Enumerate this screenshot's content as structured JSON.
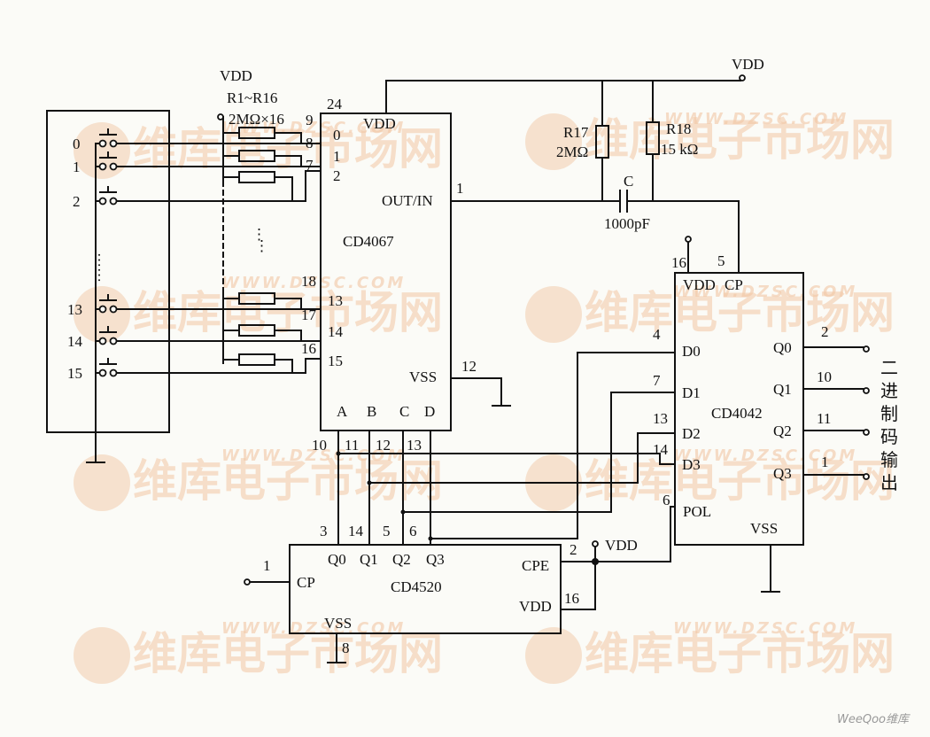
{
  "watermark": {
    "brand": "维库电子市场网",
    "url": "WWW.DZSC.COM",
    "corner": "WeeQoo维库"
  },
  "supply": {
    "vdd": "VDD",
    "vss": "VSS"
  },
  "keypad": {
    "keys": [
      "0",
      "1",
      "2",
      "13",
      "14",
      "15"
    ],
    "ellipsis": "……"
  },
  "resistors": {
    "group": {
      "label": "R1~R16",
      "value": "2MΩ×16"
    },
    "r17": {
      "name": "R17",
      "value": "2MΩ"
    },
    "r18": {
      "name": "R18",
      "value": "15 kΩ"
    },
    "dots": "⋮"
  },
  "capacitor": {
    "name": "C",
    "value": "1000pF"
  },
  "cd4067": {
    "name": "CD4067",
    "vdd_pin": "24",
    "vdd_label": "VDD",
    "inputs": [
      {
        "pin": "9",
        "label": "0"
      },
      {
        "pin": "8",
        "label": "1"
      },
      {
        "pin": "7",
        "label": "2"
      },
      {
        "pin": "18",
        "label": "13"
      },
      {
        "pin": "17",
        "label": "14"
      },
      {
        "pin": "16",
        "label": "15"
      }
    ],
    "out_pin": "1",
    "out_label": "OUT/IN",
    "vss_pin": "12",
    "vss_label": "VSS",
    "sel": [
      {
        "label": "A",
        "pin": "10"
      },
      {
        "label": "B",
        "pin": "11"
      },
      {
        "label": "C",
        "pin": "12"
      },
      {
        "label": "D",
        "pin": "13"
      }
    ]
  },
  "cd4042": {
    "name": "CD4042",
    "vdd_pin": "16",
    "vdd_label": "VDD",
    "cp_pin": "5",
    "cp_label": "CP",
    "d": [
      {
        "pin": "4",
        "label": "D0"
      },
      {
        "pin": "7",
        "label": "D1"
      },
      {
        "pin": "13",
        "label": "D2"
      },
      {
        "pin": "14",
        "label": "D3"
      }
    ],
    "pol_pin": "6",
    "pol_label": "POL",
    "vss_label": "VSS",
    "q": [
      {
        "pin": "2",
        "label": "Q0"
      },
      {
        "pin": "10",
        "label": "Q1"
      },
      {
        "pin": "11",
        "label": "Q2"
      },
      {
        "pin": "1",
        "label": "Q3"
      }
    ],
    "output_label": [
      "二",
      "进",
      "制",
      "码",
      "输",
      "出"
    ]
  },
  "cd4520": {
    "name": "CD4520",
    "cp_pin": "1",
    "cp_label": "CP",
    "q": [
      {
        "pin": "3",
        "label": "Q0"
      },
      {
        "pin": "14",
        "label": "Q1"
      },
      {
        "pin": "5",
        "label": "Q2"
      },
      {
        "pin": "6",
        "label": "Q3"
      }
    ],
    "cpe_pin": "2",
    "cpe_label": "CPE",
    "vdd_pin": "16",
    "vdd_label": "VDD",
    "vss_pin": "8",
    "vss_label": "VSS"
  }
}
